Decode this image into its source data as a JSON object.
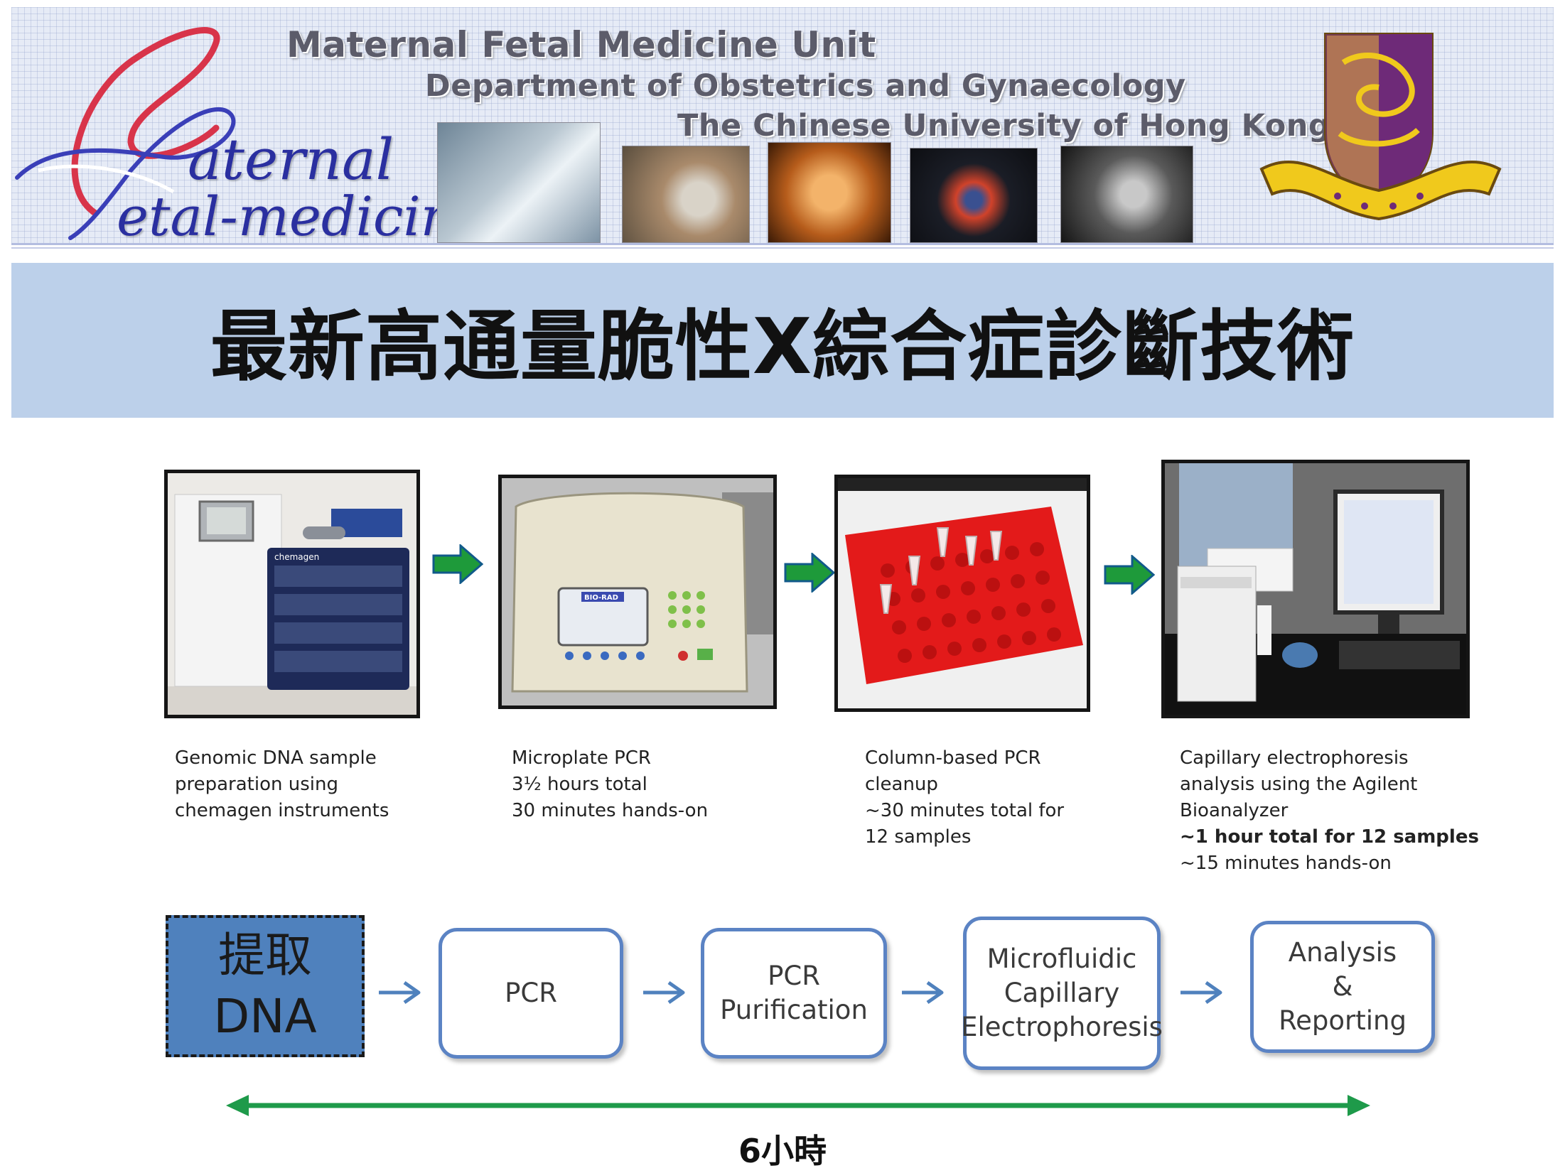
{
  "header": {
    "unit": "Maternal Fetal Medicine Unit",
    "department": "Department of Obstetrics and Gynaecology",
    "university": "The Chinese University of Hong Kong",
    "logo": {
      "line1": "aternal",
      "line2": "etal-medicine"
    }
  },
  "title": "最新高通量脆性X綜合症診斷技術",
  "equipment": [
    {
      "name": "chemagen-instrument",
      "caption": [
        "Genomic DNA sample",
        "preparation using",
        "chemagen instruments"
      ]
    },
    {
      "name": "microplate-pcr",
      "caption": [
        "Microplate PCR",
        "3½ hours total",
        "30 minutes hands-on"
      ]
    },
    {
      "name": "column-cleanup",
      "caption": [
        "Column-based PCR",
        "cleanup",
        "~30 minutes total for",
        "12 samples"
      ]
    },
    {
      "name": "agilent-bioanalyzer",
      "caption": [
        "Capillary electrophoresis",
        "analysis using the Agilent",
        "Bioanalyzer",
        "~1 hour total for 12 samples",
        "~15 minutes hands-on"
      ]
    }
  ],
  "instrument_labels": {
    "chemagen": "chemagen",
    "biorad": "BIO-RAD"
  },
  "flow": {
    "extract": [
      "提取",
      "DNA"
    ],
    "pcr": [
      "PCR"
    ],
    "purification": [
      "PCR",
      "Purification"
    ],
    "capillary": [
      "Microfluidic",
      "Capillary",
      "Electrophoresis"
    ],
    "analysis": [
      "Analysis",
      "&",
      "Reporting"
    ]
  },
  "duration": "6小時",
  "colors": {
    "title_bar": "#bcd0ea",
    "step_border": "#5b83c4",
    "extract_fill": "#4f81bd",
    "flow_arrow": "#4f81bd",
    "green_arrow": "#1e9a3a",
    "timeline": "#1e9a4a"
  }
}
